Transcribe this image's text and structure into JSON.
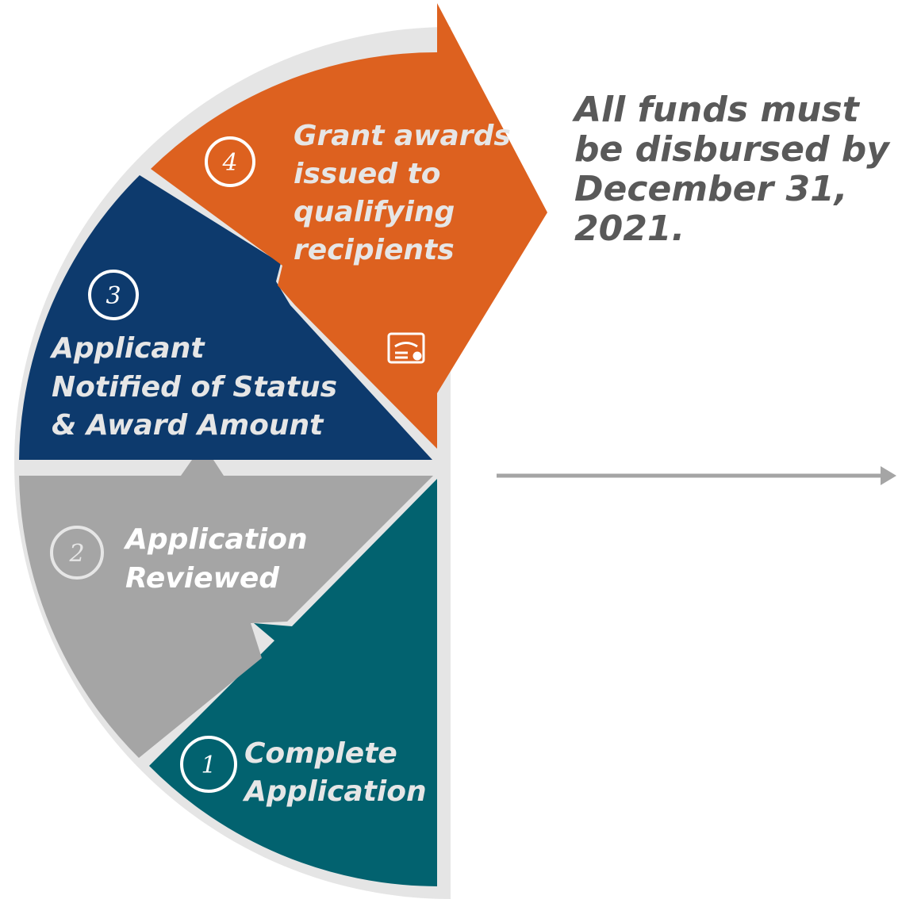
{
  "steps": [
    {
      "number": "1",
      "label_lines": [
        "Complete",
        "Application"
      ],
      "color": "#02626F"
    },
    {
      "number": "2",
      "label_lines": [
        "Application",
        "Reviewed"
      ],
      "color": "#A5A5A5"
    },
    {
      "number": "3",
      "label_lines": [
        "Applicant",
        "Notified of Status",
        "& Award Amount"
      ],
      "color": "#0D3A6D"
    },
    {
      "number": "4",
      "label_lines": [
        "Grant awards",
        "issued to",
        "qualifying",
        "recipients"
      ],
      "color": "#DD611F"
    }
  ],
  "note": "All funds must be disbursed by December 31, 2021.",
  "colors": {
    "ring": "#E5E5E5",
    "note_text": "#595959",
    "arrow": "#A5A5A5",
    "label_text": "#FFFFFF",
    "label_text_muted": "#E6E6E6"
  },
  "icons": {
    "step4": "certificate-icon",
    "timeline": "arrow-right-icon"
  }
}
